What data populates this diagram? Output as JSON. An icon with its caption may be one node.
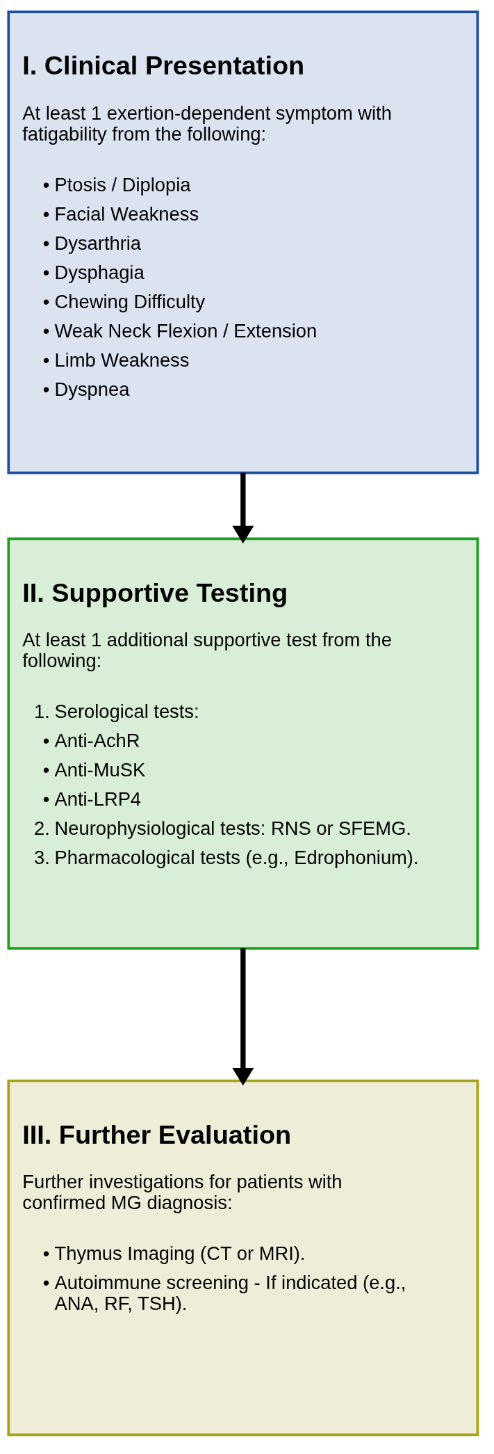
{
  "diagram": {
    "nodes": [
      {
        "text": [
          "I. Clinical Presentation",
          "At least 1 exertion-dependent symptom with fatigability from the following:",
          "• Ptosis / Diplopia",
          "• Facial Weakness",
          "• Dysarthria",
          "• Dysphagia",
          "• Chewing Difficulty",
          "• Weak Neck Flexion / Extension",
          "• Limb Weakness",
          "• Dyspnea"
        ]
      },
      {
        "text": [
          "II. Supportive Testing",
          "At least 1 additional supportive test from the following:",
          "1. Serological tests:",
          "• Anti-AchR",
          "• Anti-MuSK",
          "• Anti-LRP4",
          "2. Neurophysiological tests: RNS or SFEMG.",
          "3. Pharmacological tests (e.g., Edrophonium)."
        ]
      },
      {
        "text": [
          "III. Further Evaluation",
          "Further investigations for patients with confirmed MG diagnosis:",
          "• Thymus Imaging (CT or MRI).",
          "• Autoimmune screening - If indicated (e.g., ANA, RF, TSH)."
        ]
      }
    ],
    "edges": [
      {
        "from": 0,
        "to": 1,
        "arrow": "to"
      },
      {
        "from": 1,
        "to": 2,
        "arrow": "to"
      }
    ]
  }
}
